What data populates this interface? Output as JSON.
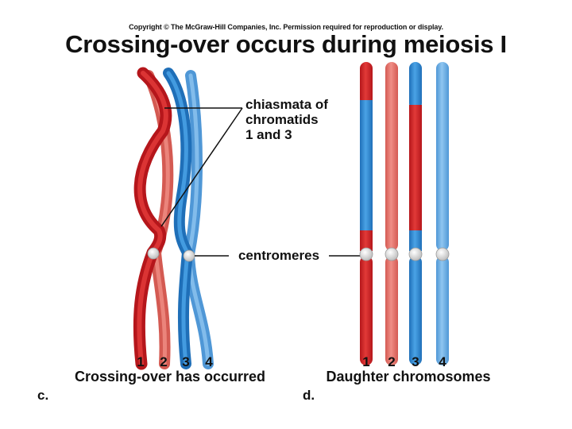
{
  "header": {
    "copyright": "Copyright © The McGraw-Hill Companies, Inc. Permission required for reproduction or display.",
    "title": "Crossing-over occurs during meiosis I"
  },
  "callouts": {
    "chiasmata": [
      "chiasmata of",
      "chromatids",
      "1 and 3"
    ],
    "centromeres": "centromeres"
  },
  "panel_c": {
    "numbers": [
      "1",
      "2",
      "3",
      "4"
    ],
    "caption": "Crossing-over has occurred",
    "letter": "c."
  },
  "panel_d": {
    "numbers": [
      "1",
      "2",
      "3",
      "4"
    ],
    "caption": "Daughter chromosomes",
    "letter": "d."
  },
  "colors": {
    "red_dark": "#d8262a",
    "red_light": "#e5736c",
    "blue_dark": "#2f8fd8",
    "blue_light": "#6fb2e6",
    "centromere": "#e2e2e2"
  }
}
